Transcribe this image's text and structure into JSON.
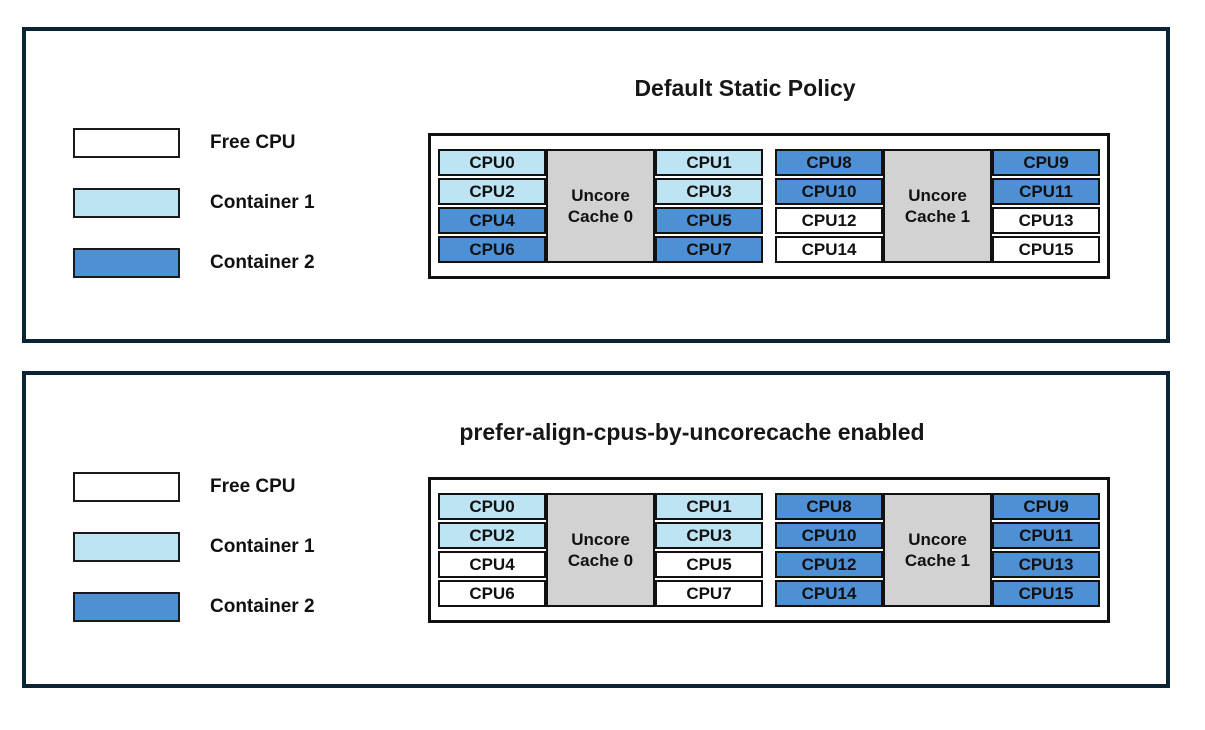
{
  "colors": {
    "free_cpu": "#FFFFFF",
    "container1": "#BEE3F2",
    "container2": "#4D90D5",
    "uncore_cache": "#D2D2D2",
    "panel_border": "#0A2433",
    "cell_border": "#111111",
    "text": "#161616"
  },
  "legend": {
    "items": [
      {
        "label": "Free CPU",
        "state": "free"
      },
      {
        "label": "Container 1",
        "state": "container1"
      },
      {
        "label": "Container 2",
        "state": "container2"
      }
    ]
  },
  "panels": [
    {
      "title": "Default Static Policy",
      "groups": [
        {
          "cache_label": "Uncore Cache 0",
          "left_cpus": [
            {
              "label": "CPU0",
              "state": "container1"
            },
            {
              "label": "CPU2",
              "state": "container1"
            },
            {
              "label": "CPU4",
              "state": "container2"
            },
            {
              "label": "CPU6",
              "state": "container2"
            }
          ],
          "right_cpus": [
            {
              "label": "CPU1",
              "state": "container1"
            },
            {
              "label": "CPU3",
              "state": "container1"
            },
            {
              "label": "CPU5",
              "state": "container2"
            },
            {
              "label": "CPU7",
              "state": "container2"
            }
          ]
        },
        {
          "cache_label": "Uncore Cache 1",
          "left_cpus": [
            {
              "label": "CPU8",
              "state": "container2"
            },
            {
              "label": "CPU10",
              "state": "container2"
            },
            {
              "label": "CPU12",
              "state": "free"
            },
            {
              "label": "CPU14",
              "state": "free"
            }
          ],
          "right_cpus": [
            {
              "label": "CPU9",
              "state": "container2"
            },
            {
              "label": "CPU11",
              "state": "container2"
            },
            {
              "label": "CPU13",
              "state": "free"
            },
            {
              "label": "CPU15",
              "state": "free"
            }
          ]
        }
      ]
    },
    {
      "title": "prefer-align-cpus-by-uncorecache enabled",
      "groups": [
        {
          "cache_label": "Uncore Cache 0",
          "left_cpus": [
            {
              "label": "CPU0",
              "state": "container1"
            },
            {
              "label": "CPU2",
              "state": "container1"
            },
            {
              "label": "CPU4",
              "state": "free"
            },
            {
              "label": "CPU6",
              "state": "free"
            }
          ],
          "right_cpus": [
            {
              "label": "CPU1",
              "state": "container1"
            },
            {
              "label": "CPU3",
              "state": "container1"
            },
            {
              "label": "CPU5",
              "state": "free"
            },
            {
              "label": "CPU7",
              "state": "free"
            }
          ]
        },
        {
          "cache_label": "Uncore Cache 1",
          "left_cpus": [
            {
              "label": "CPU8",
              "state": "container2"
            },
            {
              "label": "CPU10",
              "state": "container2"
            },
            {
              "label": "CPU12",
              "state": "container2"
            },
            {
              "label": "CPU14",
              "state": "container2"
            }
          ],
          "right_cpus": [
            {
              "label": "CPU9",
              "state": "container2"
            },
            {
              "label": "CPU11",
              "state": "container2"
            },
            {
              "label": "CPU13",
              "state": "container2"
            },
            {
              "label": "CPU15",
              "state": "container2"
            }
          ]
        }
      ]
    }
  ]
}
